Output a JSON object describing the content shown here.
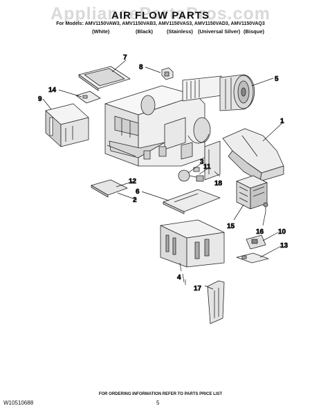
{
  "watermark": "AppliancePartsPros.com",
  "header": {
    "title": "AIR FLOW PARTS",
    "models": "For Models: AMV1150VAW3, AMV1150VAB3, AMV1150VAS3, AMV1150VAD3, AMV1150VAQ3",
    "finishes": [
      "(White)",
      "(Black)",
      "(Stainless)",
      "(Universal Silver)",
      "(Bisque)"
    ]
  },
  "callouts": [
    "1",
    "2",
    "3",
    "4",
    "5",
    "6",
    "7",
    "8",
    "9",
    "10",
    "11",
    "12",
    "13",
    "14",
    "15",
    "16",
    "17",
    "18"
  ],
  "footer": {
    "ordering_note": "FOR ORDERING INFORMATION REFER TO PARTS PRICE LIST",
    "doc_number": "W10510688",
    "page_number": "5"
  },
  "colors": {
    "line": "#222222",
    "shade": "#cfcfcf",
    "light": "#ededed",
    "watermark": "#d9d9d9"
  }
}
